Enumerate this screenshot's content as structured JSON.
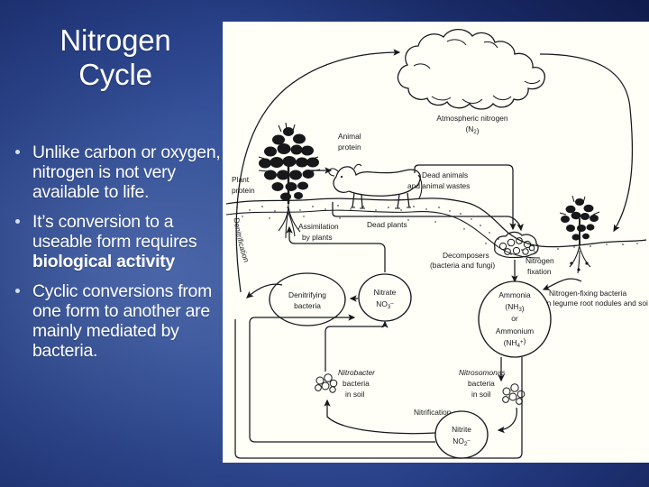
{
  "slide": {
    "title_lines": [
      "Nitrogen",
      "Cycle"
    ],
    "background_color": "#2c4a8c",
    "panel_color": "#fffff8"
  },
  "bullets": [
    {
      "id": "bullet-availability",
      "pre": "Unlike carbon or oxygen, nitrogen is not very available to life.",
      "bold": "",
      "post": ""
    },
    {
      "id": "bullet-conversion",
      "pre": "It’s conversion to a useable form requires ",
      "bold": "biological activity",
      "post": ""
    },
    {
      "id": "bullet-cyclic",
      "pre": "Cyclic conversions from one form to another are mainly mediated by bacteria.",
      "bold": "",
      "post": ""
    }
  ],
  "diagram": {
    "title": "Nitrogen cycle diagram",
    "labels": {
      "atmospheric_nitrogen": "Atmospheric nitrogen",
      "atmospheric_nitrogen_formula": "(N2)",
      "animal_protein_l1": "Animal",
      "animal_protein_l2": "protein",
      "plant_protein_l1": "Plant",
      "plant_protein_l2": "protein",
      "denitrification": "Denitrification",
      "assimilation_l1": "Assimilation",
      "assimilation_l2": "by plants",
      "dead_plants": "Dead plants",
      "dead_animals_l1": "Dead animals",
      "dead_animals_l2": "and animal wastes",
      "decomposers_l1": "Decomposers",
      "decomposers_l2": "(bacteria and fungi)",
      "nitrogen_fixation_l1": "Nitrogen",
      "nitrogen_fixation_l2": "fixation",
      "nitrogen_fixing_bacteria_l1": "Nitrogen-fixing bacteria",
      "nitrogen_fixing_bacteria_l2": "(in legume root nodules and soil)",
      "denitrifying_bacteria_l1": "Denitrifying",
      "denitrifying_bacteria_l2": "bacteria",
      "nitrate_l1": "Nitrate",
      "nitrate_l2": "NO3-",
      "ammonia_l1": "Ammonia",
      "ammonia_l2": "(NH3)",
      "ammonia_l3": "or",
      "ammonia_l4": "Ammonium",
      "ammonia_l5": "(NH4+)",
      "nitrosomonas_l1": "Nitrosomonas",
      "nitrosomonas_l2": "bacteria",
      "nitrosomonas_l3": "in soil",
      "nitrobacter_l1": "Nitrobacter",
      "nitrobacter_l2": "bacteria",
      "nitrobacter_l3": "in soil",
      "nitrification": "Nitrification",
      "nitrite_l1": "Nitrite",
      "nitrite_l2": "NO2-"
    }
  }
}
